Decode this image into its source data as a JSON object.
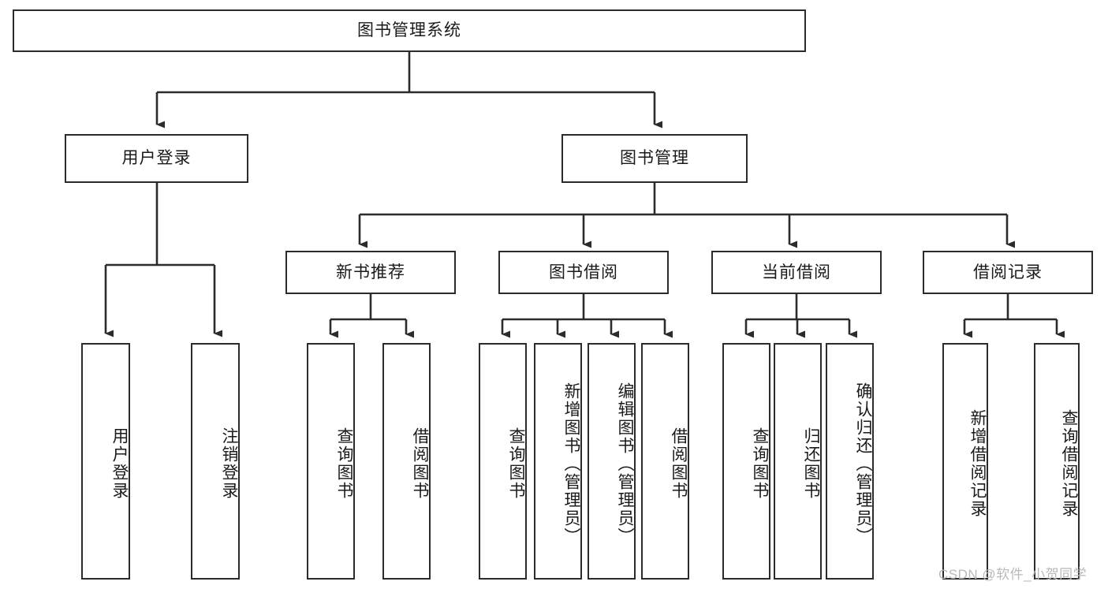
{
  "diagram": {
    "type": "tree",
    "title": "图书管理系统",
    "watermark": "CSDN @软件_小贺同学",
    "colors": {
      "box_border": "#2b2b2b",
      "box_fill": "#ffffff",
      "edge": "#2b2b2b",
      "text": "#1a1a1a",
      "watermark": "#b9b9b9",
      "background": "#ffffff"
    },
    "root": {
      "label": "图书管理系统"
    },
    "level2": [
      {
        "label": "用户登录"
      },
      {
        "label": "图书管理"
      }
    ],
    "level3": [
      {
        "label": "新书推荐"
      },
      {
        "label": "图书借阅"
      },
      {
        "label": "当前借阅"
      },
      {
        "label": "借阅记录"
      }
    ],
    "leaves": {
      "user_login": [
        {
          "label": "用户登录"
        },
        {
          "label": "注销登录"
        }
      ],
      "new_book_recommend": [
        {
          "label": "查询图书"
        },
        {
          "label": "借阅图书"
        }
      ],
      "book_borrow": [
        {
          "label": "查询图书"
        },
        {
          "label": "新增图书（管理员）"
        },
        {
          "label": "编辑图书（管理员）"
        },
        {
          "label": "借阅图书"
        }
      ],
      "current_borrow": [
        {
          "label": "查询图书"
        },
        {
          "label": "归还图书"
        },
        {
          "label": "确认归还（管理员）"
        }
      ],
      "borrow_record": [
        {
          "label": "新增借阅记录"
        },
        {
          "label": "查询借阅记录"
        }
      ]
    }
  }
}
